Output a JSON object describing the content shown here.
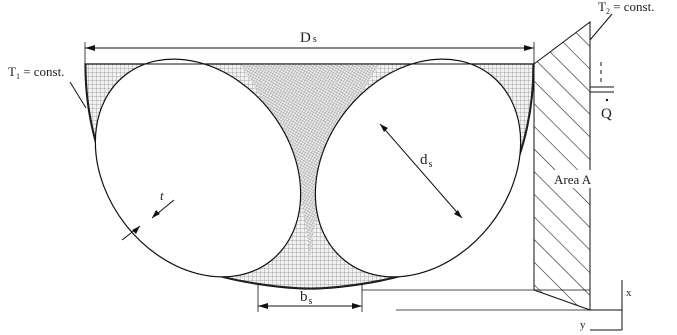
{
  "labels": {
    "d_s_main": "D",
    "d_s_sub": "s",
    "t1_main": "T",
    "t1_sub": "1",
    "t1_rest": " = const.",
    "t2_main": "T",
    "t2_sub": "2",
    "t2_rest": " = const.",
    "qdot": "Q",
    "ds_main": "d",
    "ds_sub": "s",
    "t": "t",
    "area": "Area A",
    "bs_main": "b",
    "bs_sub": "s",
    "x_axis": "x",
    "y_axis": "y"
  }
}
